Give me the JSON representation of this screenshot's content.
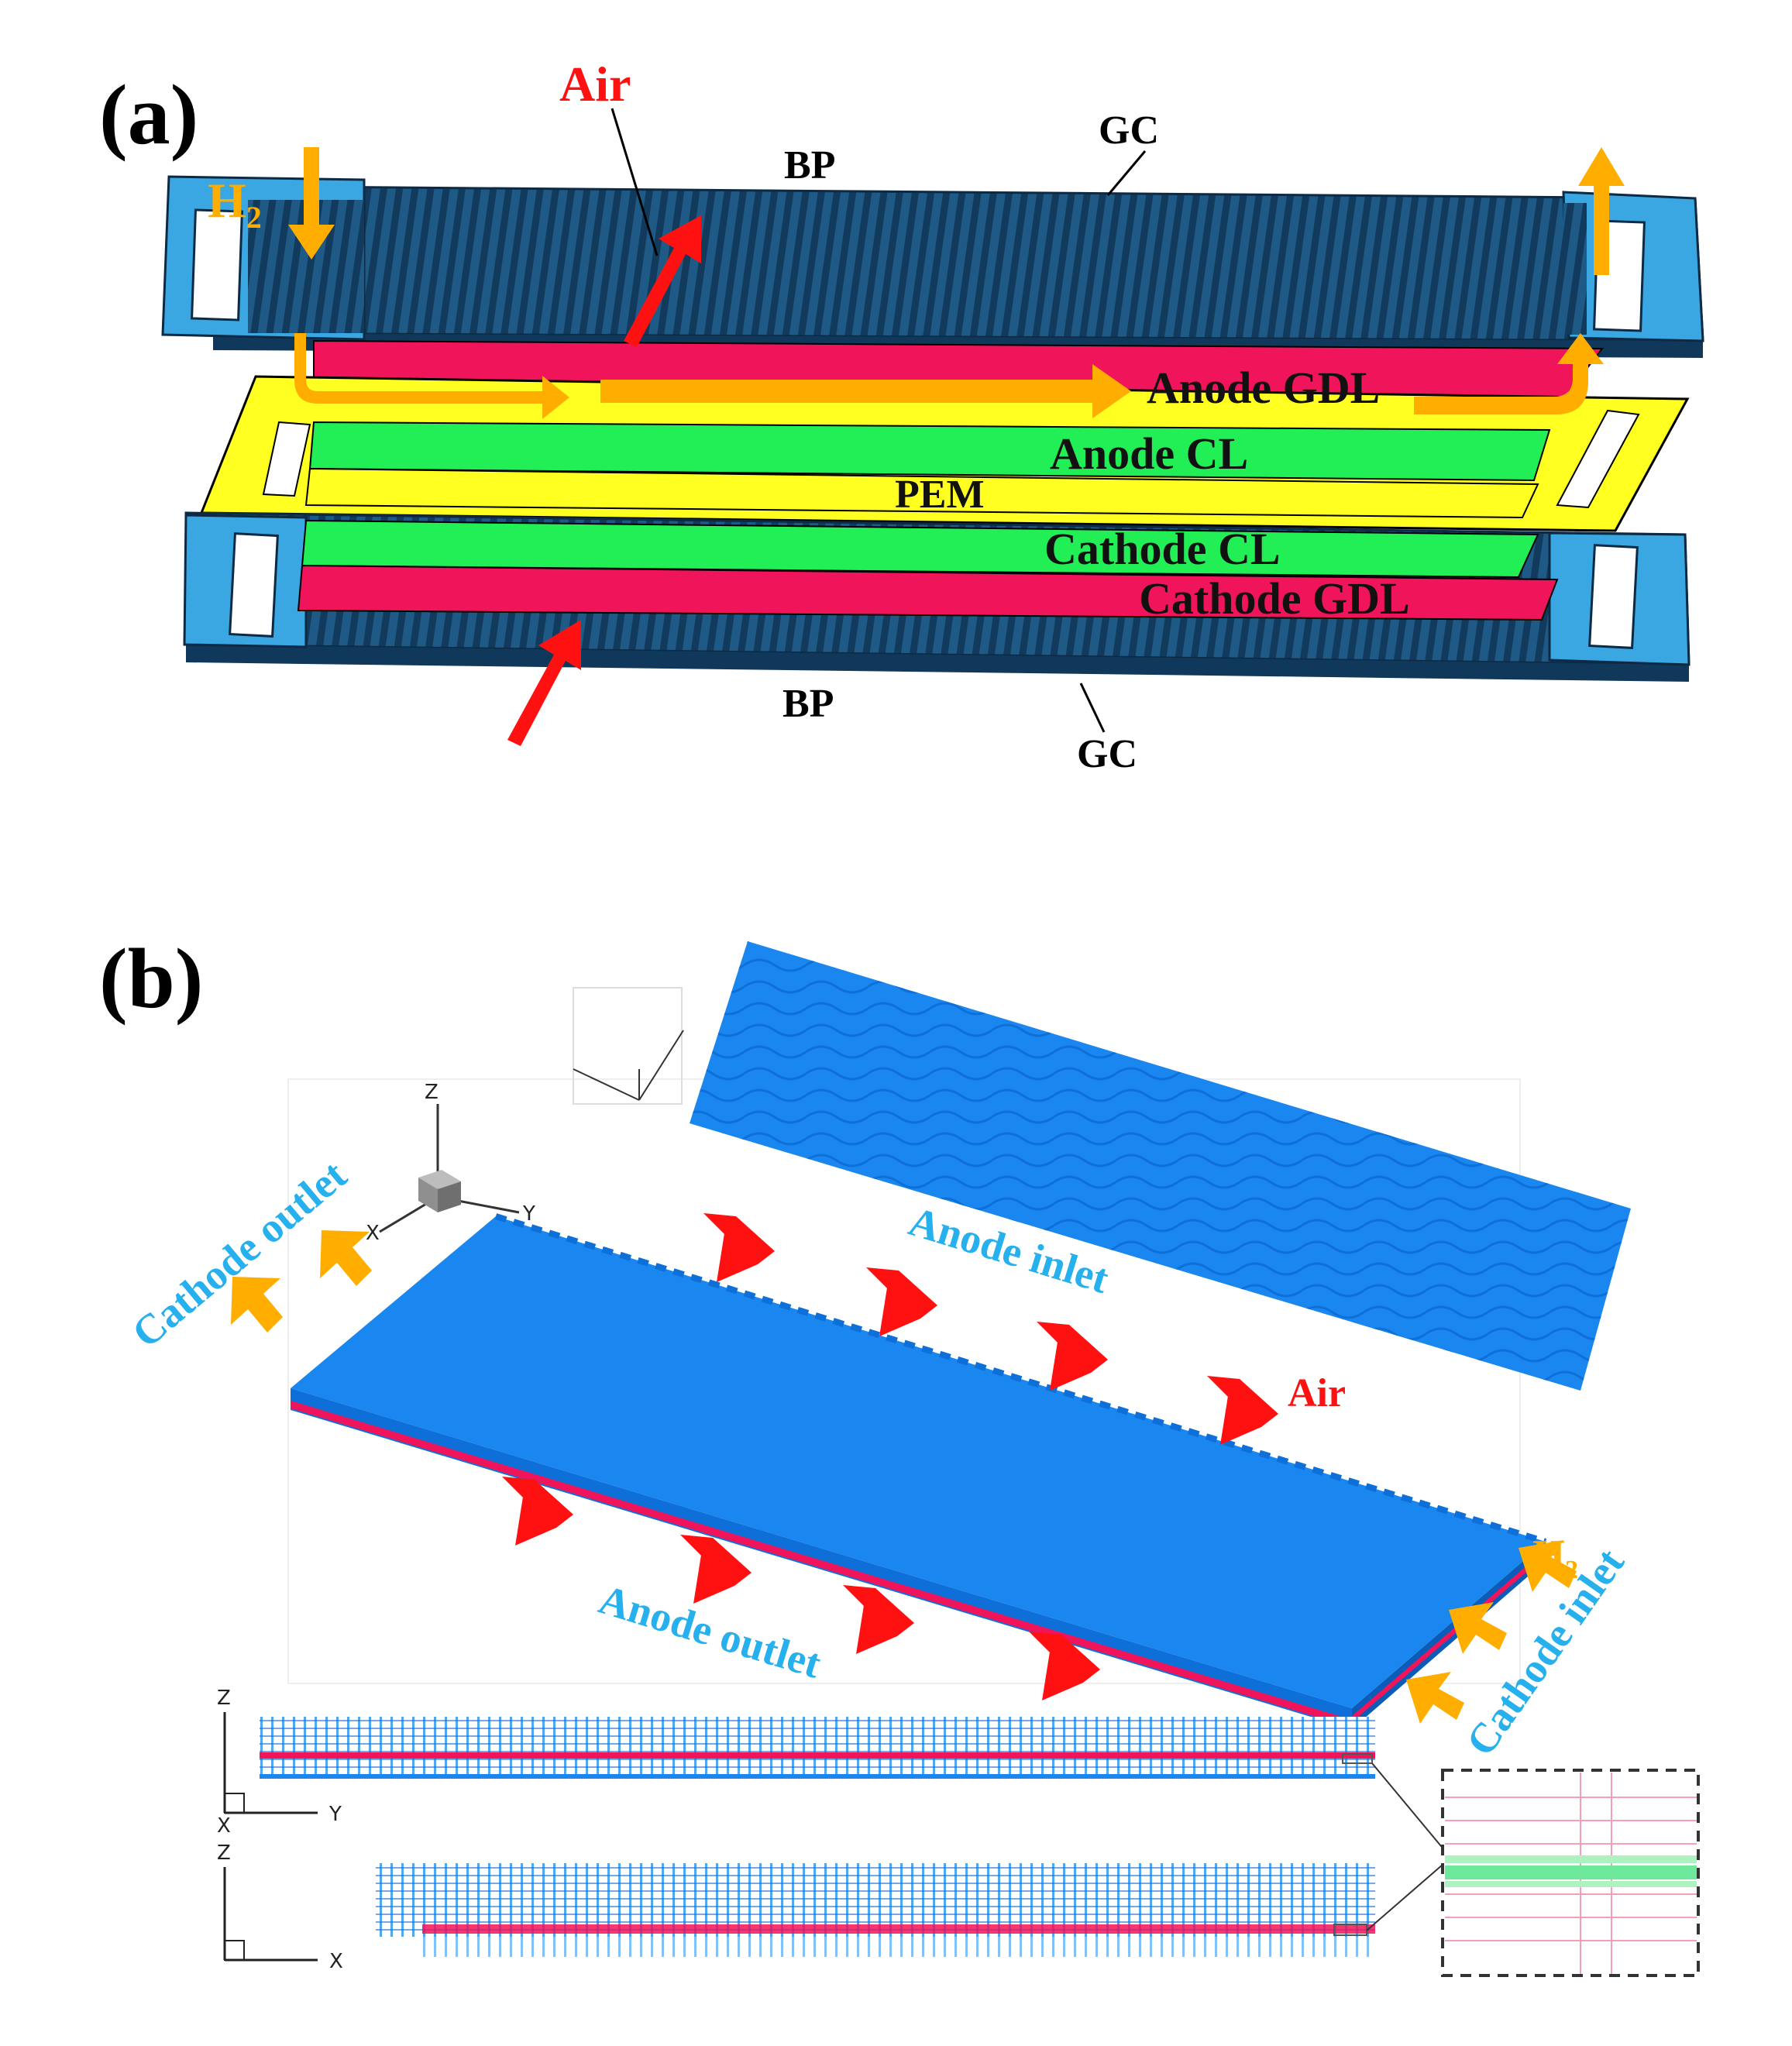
{
  "panel_a": {
    "label": "(a)",
    "air": "Air",
    "h2_main": "H",
    "h2_sub": "2",
    "bp_top": "BP",
    "gc_top": "GC",
    "anode_gdl": "Anode GDL",
    "anode_cl": "Anode CL",
    "pem": "PEM",
    "cathode_cl": "Cathode CL",
    "cathode_gdl": "Cathode GDL",
    "bp_bottom": "BP",
    "gc_bottom": "GC"
  },
  "panel_b": {
    "label": "(b)",
    "cathode_outlet": "Cathode outlet",
    "anode_inlet": "Anode inlet",
    "air": "Air",
    "anode_outlet": "Anode outlet",
    "h2_main": "H",
    "h2_sub": "2",
    "cathode_inlet": "Cathode inlet",
    "axis_z": "Z",
    "axis_x": "X",
    "axis_y": "Y"
  },
  "colors": {
    "plate": "#1f5a86",
    "plate_edge": "#3aa7e3",
    "gdl": "#f0145a",
    "cl": "#22ee55",
    "pem": "#ffff22",
    "h2_arrow": "#ffae00",
    "air_arrow": "#ff1111",
    "mesh_blue": "#1a86f0",
    "cyan_text": "#27b0ee"
  }
}
